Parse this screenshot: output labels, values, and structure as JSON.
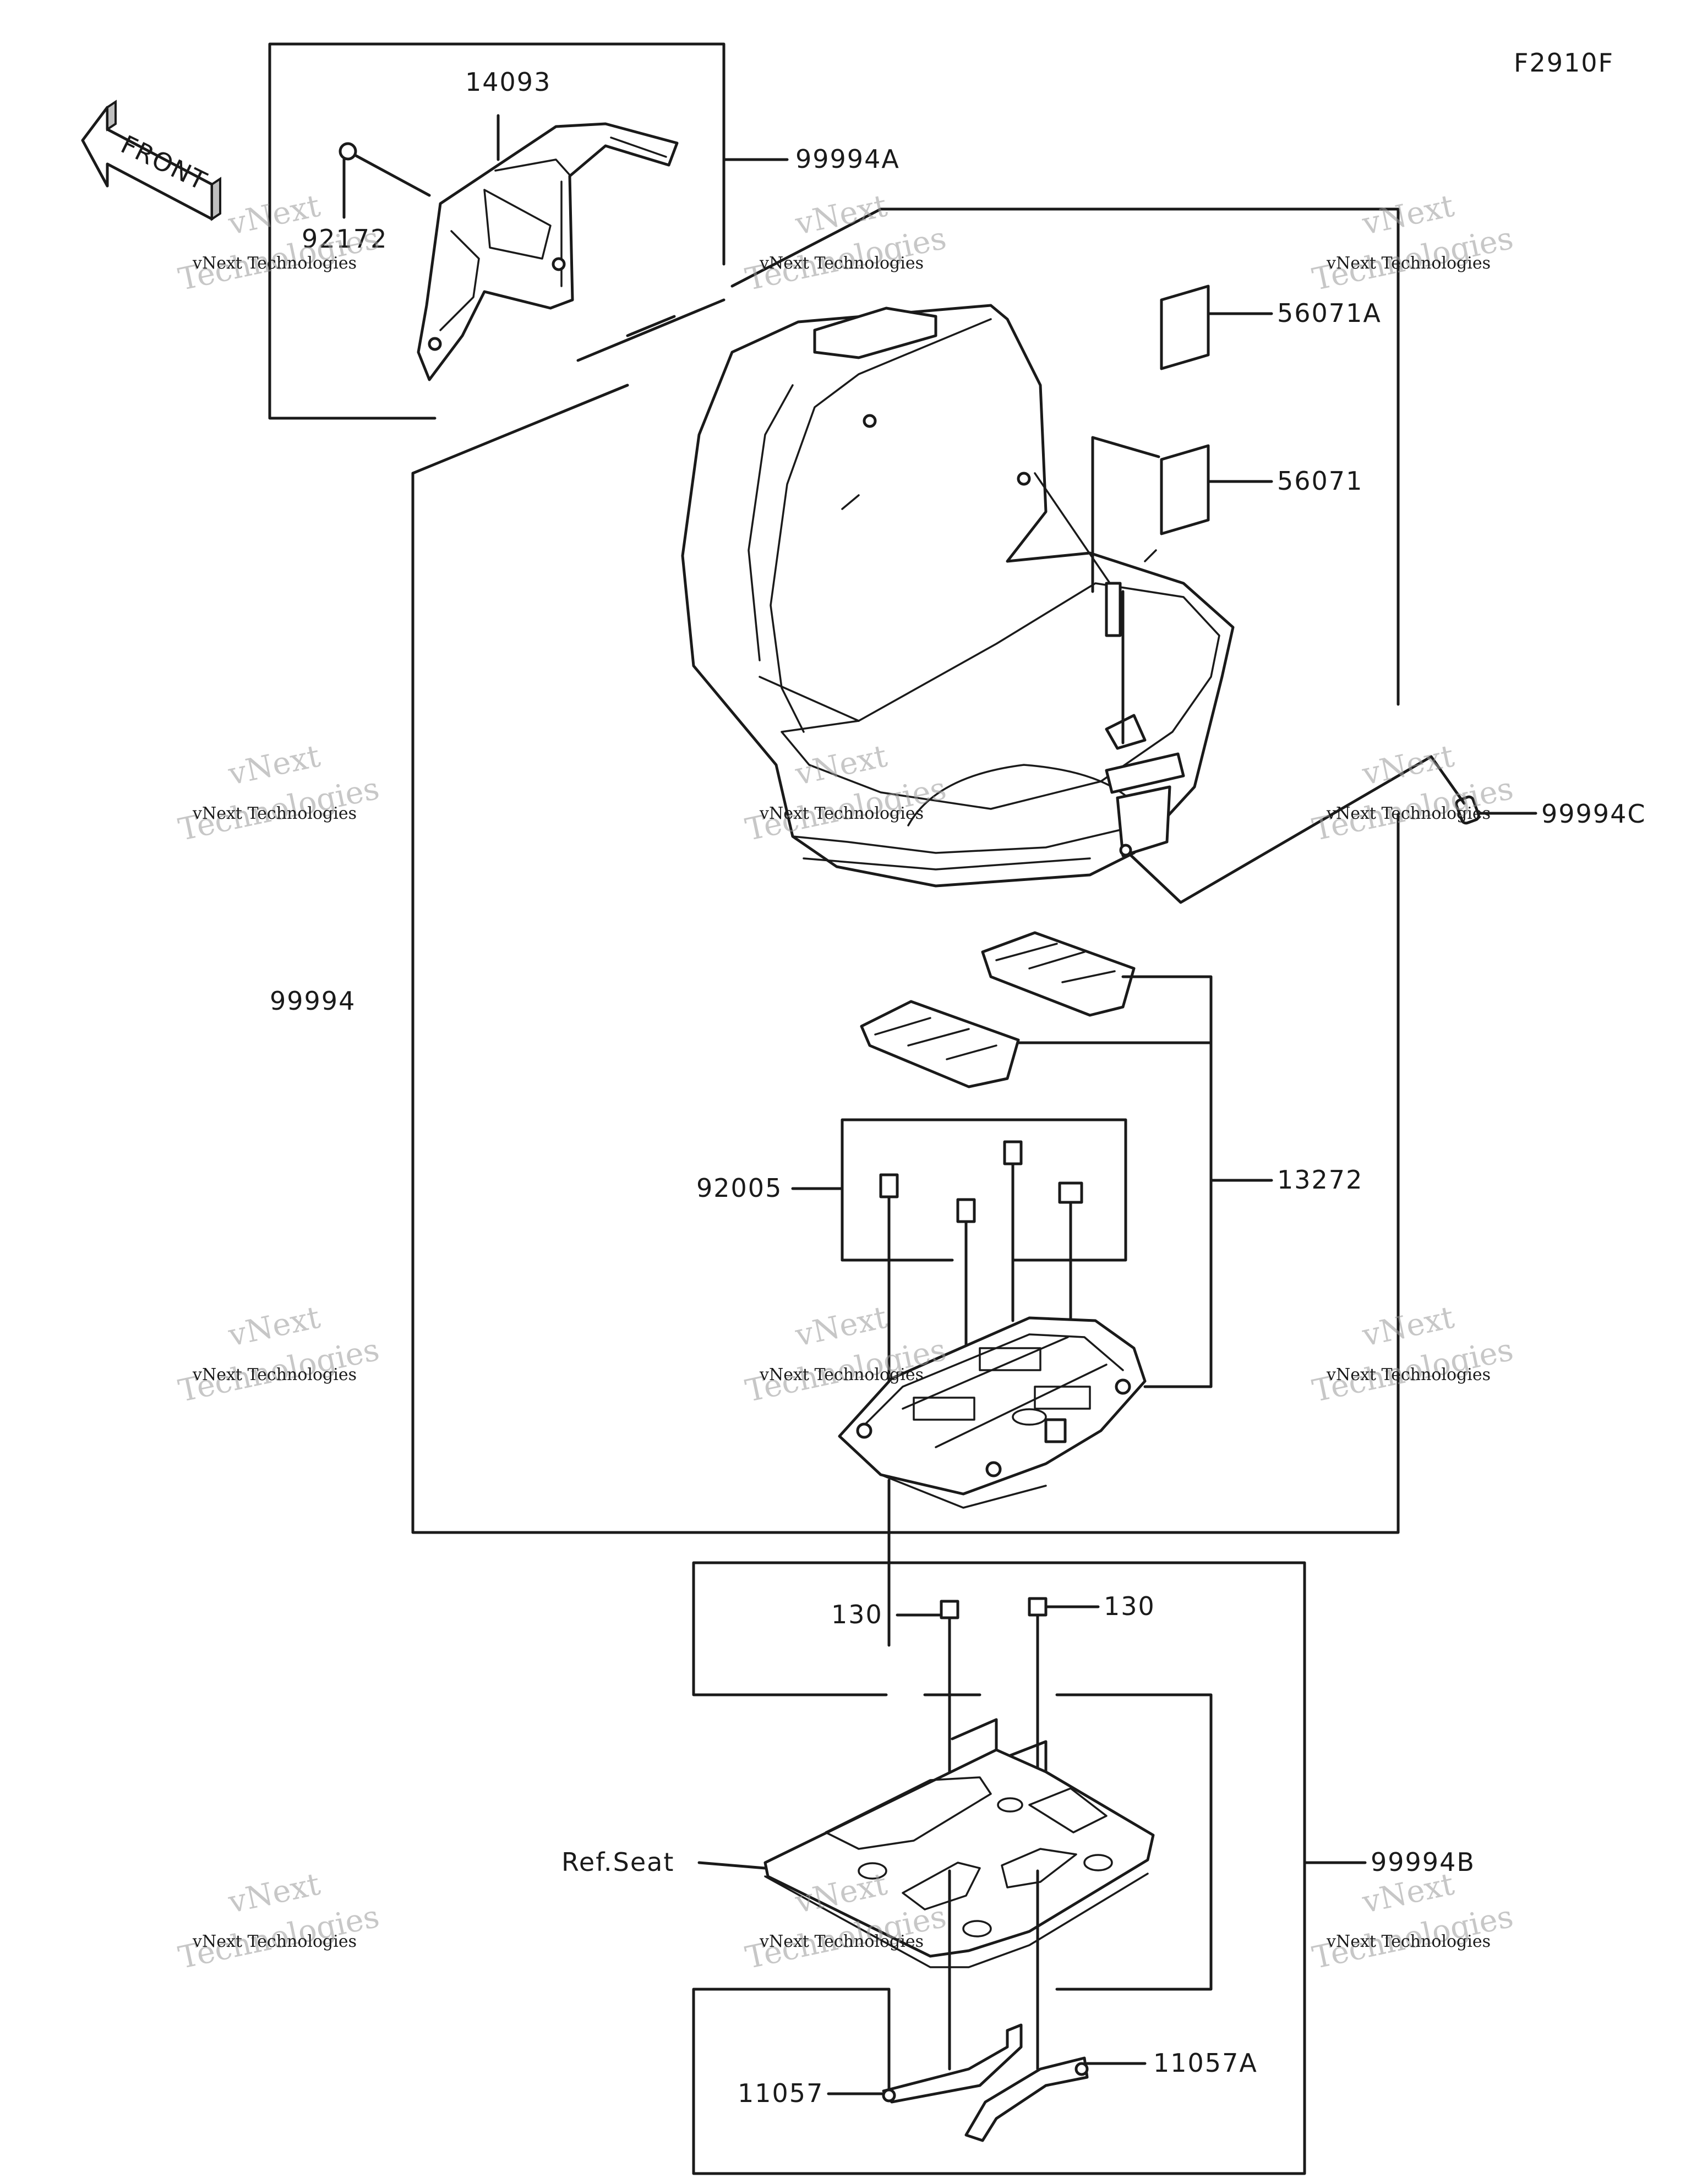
{
  "figure_code": "F2910F",
  "front_label": "FRONT",
  "labels": {
    "l14093": "14093",
    "l92172": "92172",
    "l99994A": "99994A",
    "l56071A": "56071A",
    "l56071": "56071",
    "l99994C": "99994C",
    "l99994": "99994",
    "l92005": "92005",
    "l13272": "13272",
    "l130a": "130",
    "l130b": "130",
    "lrefseat": "Ref.Seat",
    "l99994B": "99994B",
    "l11057": "11057",
    "l11057A": "11057A"
  },
  "watermark": {
    "line1": "vNext Technologies",
    "line2": "vNext",
    "line3": "Technologies"
  },
  "colors": {
    "ink": "#1a1a1a",
    "watermark": "#9a9a9a",
    "background": "#ffffff"
  }
}
